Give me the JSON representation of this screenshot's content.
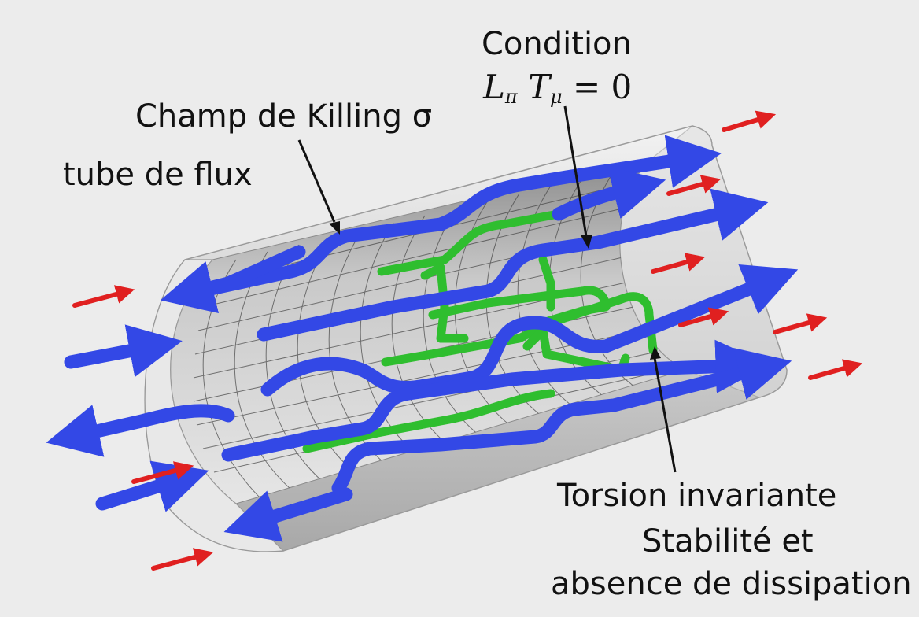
{
  "labels": {
    "condition": "Condition",
    "formula": {
      "op1": "L",
      "sub1": "π",
      "op2": "T",
      "sub2": "μ",
      "eq": "= 0"
    },
    "killing": "Champ de Killing σ",
    "tube": "tube de flux",
    "torsion": "Torsion invariante",
    "stability_1": "Stabilité et",
    "stability_2": "absence de dissipation"
  },
  "colors": {
    "background": "#ececec",
    "flux_arrow": "#3348e6",
    "torsion_line": "#2fbe2f",
    "external_arrow": "#e02020",
    "tube_shell": "#c8c8c8",
    "tube_grid": "#444444"
  }
}
